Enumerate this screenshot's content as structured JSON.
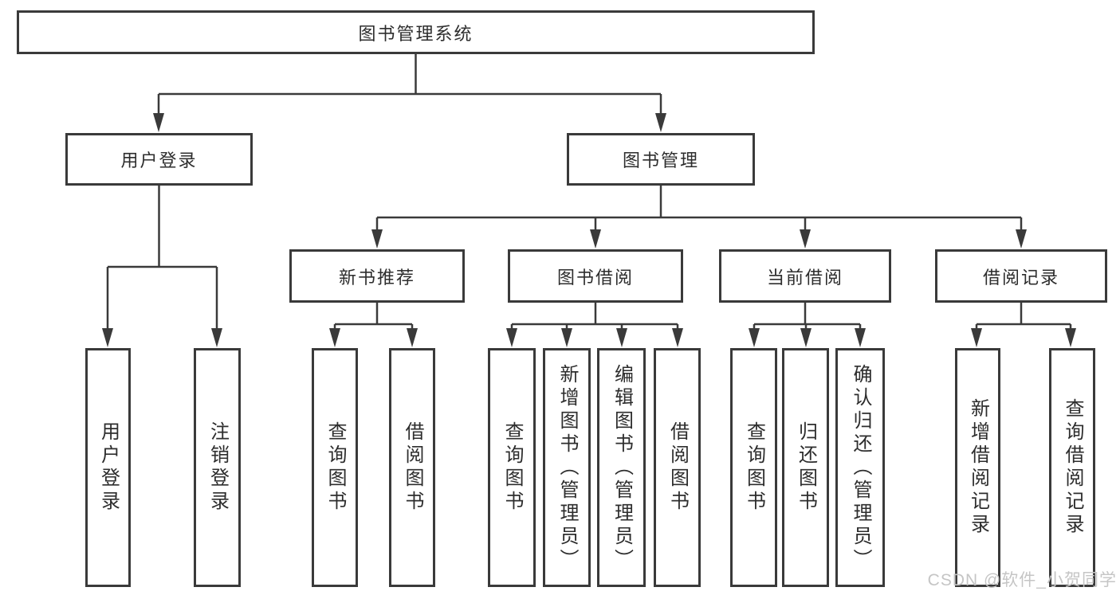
{
  "diagram": {
    "root": {
      "label": "图书管理系统"
    },
    "branches": [
      {
        "label": "用户登录",
        "children": [
          {
            "label": "用户登录"
          },
          {
            "label": "注销登录"
          }
        ]
      },
      {
        "label": "图书管理",
        "children": [
          {
            "label": "新书推荐",
            "children": [
              {
                "label": "查询图书"
              },
              {
                "label": "借阅图书"
              }
            ]
          },
          {
            "label": "图书借阅",
            "children": [
              {
                "label": "查询图书"
              },
              {
                "label": "新增图书（管理员）"
              },
              {
                "label": "编辑图书（管理员）"
              },
              {
                "label": "借阅图书"
              }
            ]
          },
          {
            "label": "当前借阅",
            "children": [
              {
                "label": "查询图书"
              },
              {
                "label": "归还图书"
              },
              {
                "label": "确认归还（管理员）"
              }
            ]
          },
          {
            "label": "借阅记录",
            "children": [
              {
                "label": "新增借阅记录"
              },
              {
                "label": "查询借阅记录"
              }
            ]
          }
        ]
      }
    ]
  },
  "watermark": {
    "text": "CSDN @软件_小贺同学"
  },
  "colors": {
    "line": "#3a3a3a",
    "text": "#2d2d2d",
    "box_fill": "#ffffff",
    "watermark": "#c5c5c5",
    "background": "#ffffff"
  }
}
